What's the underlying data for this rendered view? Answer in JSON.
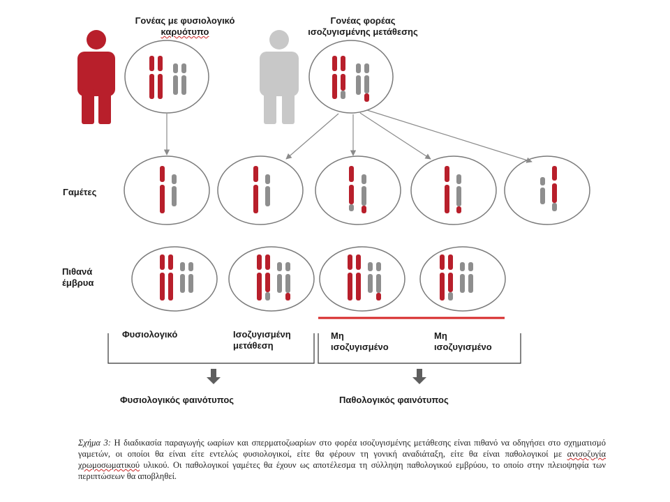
{
  "labels": {
    "parent_normal_line1": "Γονέας με φυσιολογικό",
    "parent_normal_line2": "καρυότυπο",
    "parent_carrier_line1": "Γονέας φορέας",
    "parent_carrier_line2": "ισοζυγισμένης μετάθεσης",
    "gametes": "Γαμέτες",
    "embryos_line1": "Πιθανά",
    "embryos_line2": "έμβρυα",
    "outcome_normal": "Φυσιολογικό",
    "outcome_balanced_line1": "Ισοζυγισμένη",
    "outcome_balanced_line2": "μετάθεση",
    "outcome_unbalanced1_line1": "Μη",
    "outcome_unbalanced1_line2": "ισοζυγισμένο",
    "outcome_unbalanced2_line1": "Μη",
    "outcome_unbalanced2_line2": "ισοζυγισμένο",
    "phenotype_normal": "Φυσιολογικός φαινότυπος",
    "phenotype_pathological": "Παθολογικός φαινότυπος"
  },
  "caption": {
    "prefix": "Σχήμα 3:",
    "part1": " Η διαδικασία παραγωγής ωαρίων και σπερματοζωαρίων στο φορέα ισοζυγισμένης μετάθεσης είναι πιθανό να οδηγήσει στο σχηματισμό γαμετών, οι οποίοι θα είναι είτε εντελώς φυσιολογικοί, είτε θα φέρουν τη γονική αναδιάταξη, είτε θα είναι παθολογικοί με ",
    "underlined": "ανισοζυγία χρωμοσωματικού",
    "part2": " υλικού. Οι παθολογικοί γαμέτες θα έχουν ως αποτέλεσμα τη σύλληψη παθολογικού εμβρύου, το οποίο στην πλειοψηφία των περιπτώσεων θα αποβληθεί."
  },
  "colors": {
    "red": "#b81f2b",
    "gray": "#8e8e8e",
    "light_gray": "#c8c8c8",
    "line_red": "#d62a2a"
  }
}
